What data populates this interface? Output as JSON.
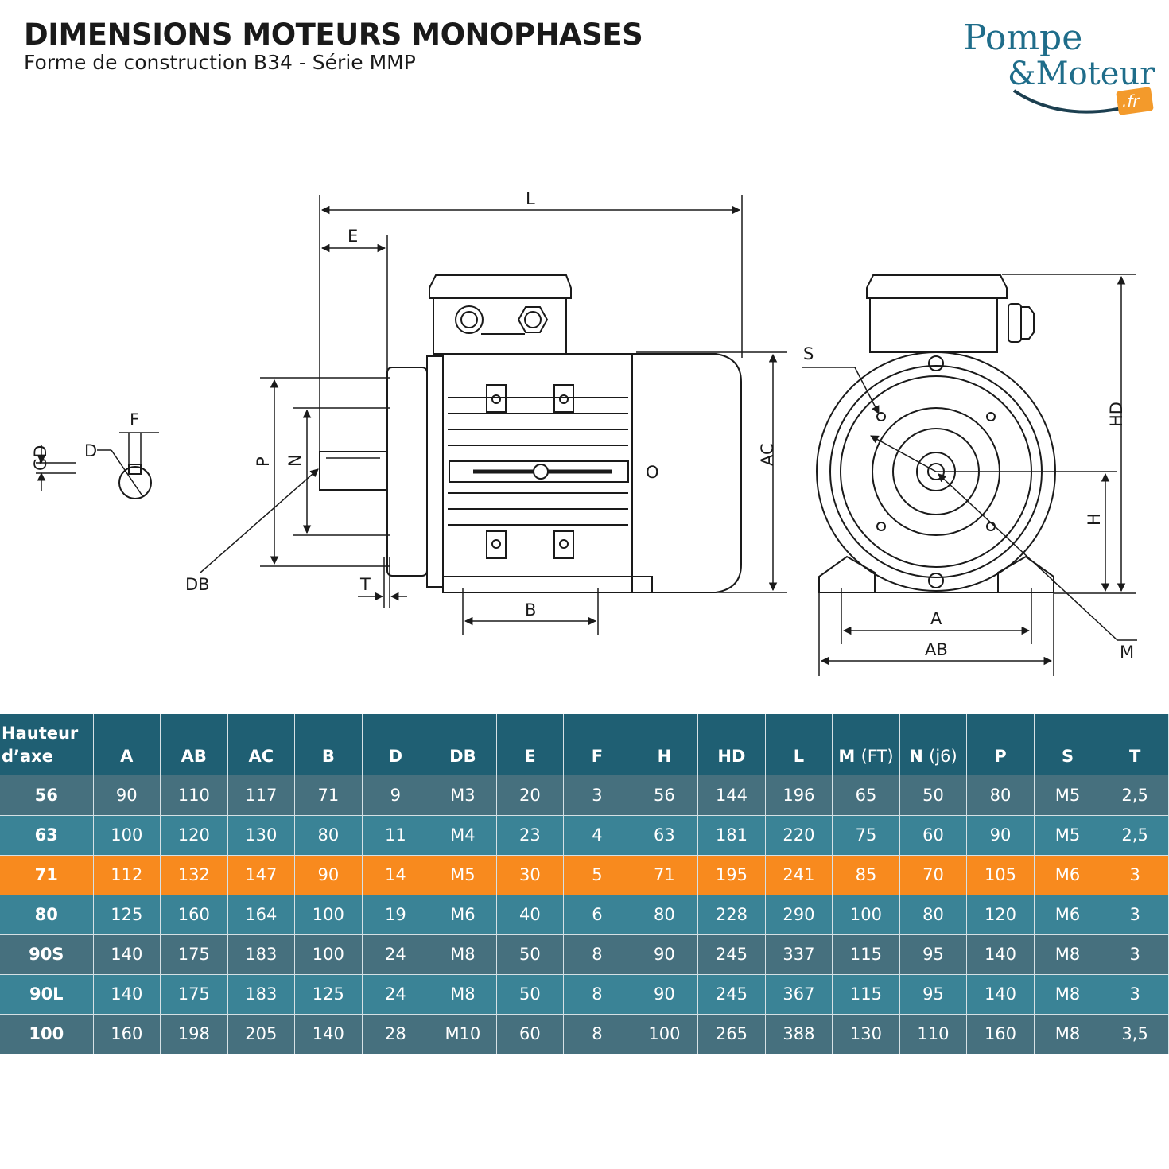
{
  "header": {
    "title": "DIMENSIONS MOTEURS MONOPHASES",
    "subtitle": "Forme de construction B34 - Série MMP"
  },
  "logo": {
    "line1": "Pompe",
    "line2": "&Moteur",
    "badge": ".fr"
  },
  "colors": {
    "header_bg": "#1f5f73",
    "row_dark": "#46707e",
    "row_light": "#3a8396",
    "highlight": "#f88a1e",
    "logo_blue": "#1f6d8a"
  },
  "drawing_labels": {
    "L": "L",
    "E": "E",
    "F": "F",
    "D": "D",
    "GD": "GD",
    "P": "P",
    "N": "N",
    "DB": "DB",
    "T": "T",
    "B": "B",
    "O": "O",
    "AC": "AC",
    "S": "S",
    "HD": "HD",
    "H": "H",
    "A": "A",
    "AB": "AB",
    "M": "M"
  },
  "table": {
    "corner_line1": "Hauteur",
    "corner_line2": "d’axe",
    "columns": [
      {
        "label": "A",
        "unit": ""
      },
      {
        "label": "AB",
        "unit": ""
      },
      {
        "label": "AC",
        "unit": ""
      },
      {
        "label": "B",
        "unit": ""
      },
      {
        "label": "D",
        "unit": ""
      },
      {
        "label": "DB",
        "unit": ""
      },
      {
        "label": "E",
        "unit": ""
      },
      {
        "label": "F",
        "unit": ""
      },
      {
        "label": "H",
        "unit": ""
      },
      {
        "label": "HD",
        "unit": ""
      },
      {
        "label": "L",
        "unit": ""
      },
      {
        "label": "M",
        "unit": "(FT)"
      },
      {
        "label": "N",
        "unit": "(j6)"
      },
      {
        "label": "P",
        "unit": ""
      },
      {
        "label": "S",
        "unit": ""
      },
      {
        "label": "T",
        "unit": ""
      }
    ],
    "rows": [
      {
        "style": "dark",
        "cells": [
          "56",
          "90",
          "110",
          "117",
          "71",
          "9",
          "M3",
          "20",
          "3",
          "56",
          "144",
          "196",
          "65",
          "50",
          "80",
          "M5",
          "2,5"
        ]
      },
      {
        "style": "light",
        "cells": [
          "63",
          "100",
          "120",
          "130",
          "80",
          "11",
          "M4",
          "23",
          "4",
          "63",
          "181",
          "220",
          "75",
          "60",
          "90",
          "M5",
          "2,5"
        ]
      },
      {
        "style": "hl",
        "cells": [
          "71",
          "112",
          "132",
          "147",
          "90",
          "14",
          "M5",
          "30",
          "5",
          "71",
          "195",
          "241",
          "85",
          "70",
          "105",
          "M6",
          "3"
        ]
      },
      {
        "style": "light",
        "cells": [
          "80",
          "125",
          "160",
          "164",
          "100",
          "19",
          "M6",
          "40",
          "6",
          "80",
          "228",
          "290",
          "100",
          "80",
          "120",
          "M6",
          "3"
        ]
      },
      {
        "style": "dark",
        "cells": [
          "90S",
          "140",
          "175",
          "183",
          "100",
          "24",
          "M8",
          "50",
          "8",
          "90",
          "245",
          "337",
          "115",
          "95",
          "140",
          "M8",
          "3"
        ]
      },
      {
        "style": "light",
        "cells": [
          "90L",
          "140",
          "175",
          "183",
          "125",
          "24",
          "M8",
          "50",
          "8",
          "90",
          "245",
          "367",
          "115",
          "95",
          "140",
          "M8",
          "3"
        ]
      },
      {
        "style": "dark",
        "cells": [
          "100",
          "160",
          "198",
          "205",
          "140",
          "28",
          "M10",
          "60",
          "8",
          "100",
          "265",
          "388",
          "130",
          "110",
          "160",
          "M8",
          "3,5"
        ]
      }
    ]
  }
}
